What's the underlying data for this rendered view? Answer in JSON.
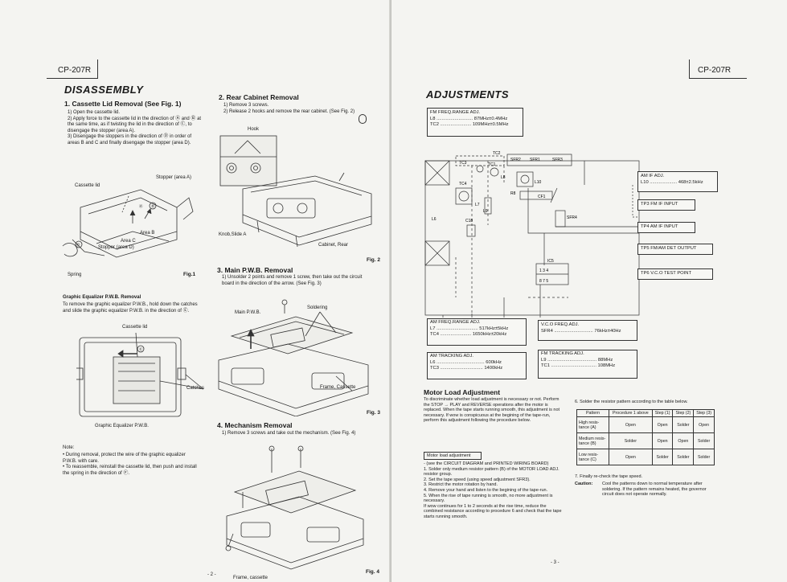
{
  "left_page": {
    "model": "CP-207R",
    "title": "DISASSEMBLY",
    "page_number": "- 2 -",
    "sections": {
      "cassette_lid": {
        "heading": "1. Cassette Lid Removal (See Fig. 1)",
        "steps": [
          "1) Open the cassette lid.",
          "2) Apply force to the cassette lid in the direction of Ⓐ and Ⓑ at the same time, as if twisting the lid in the direction of Ⓒ, to disengage the stopper (area A).",
          "3) Disengage the stoppers in the direction of Ⓓ in order of areas B and C and finally disengage the stopper (area D)."
        ],
        "figure_labels": {
          "cassette_lid": "Cassette lid",
          "stopper_a": "Stopper (area A)",
          "area_b": "Area B",
          "area_c": "Area C",
          "stopper_d": "Stopper (area D)",
          "spring": "Spring",
          "fig": "Fig.1"
        }
      },
      "graphic_eq": {
        "heading": "Graphic Equalizer P.W.B. Removal",
        "text": "To remove the graphic equalizer P.W.B., hold down the catches and slide the graphic equalizer P.W.B. in the direction of Ⓔ.",
        "figure_labels": {
          "cassette_lid": "Cassette lid",
          "catches": "Catches",
          "caption": "Graphic Equalizer P.W.B."
        }
      },
      "note": {
        "heading": "Note:",
        "items": [
          "• During removal, protect the wire of the graphic equalizer P.W.B. with care.",
          "• To reassemble, reinstall the cassette lid, then push and install the spring in the direction of Ⓕ."
        ]
      },
      "rear_cabinet": {
        "heading": "2. Rear Cabinet Removal",
        "steps": [
          "1) Remove 3 screws.",
          "2) Release 2 hooks and remove the rear cabinet. (See Fig. 2)"
        ],
        "figure_labels": {
          "hook": "Hook",
          "knob": "Knob,Slide A",
          "cabinet_rear": "Cabinet, Rear",
          "fig": "Fig. 2"
        }
      },
      "main_pwb": {
        "heading": "3. Main P.W.B. Removal",
        "steps": [
          "1) Unsolder 2 points and remove 1 screw, then take out the circuit board in the direction of the arrow. (See Fig. 3)"
        ],
        "figure_labels": {
          "main_pwb": "Main P.W.B.",
          "soldering": "Soldering",
          "frame_cassette": "Frame, Cassette",
          "fig": "Fig. 3"
        }
      },
      "mechanism": {
        "heading": "4. Mechanism Removal",
        "steps": [
          "1) Remove 3 screws and take out the mechanism. (See Fig. 4)"
        ],
        "figure_labels": {
          "frame_cassette": "Frame, cassette",
          "fig": "Fig. 4"
        }
      }
    }
  },
  "right_page": {
    "model": "CP-207R",
    "title": "ADJUSTMENTS",
    "page_number": "- 3 -",
    "fm_freq": {
      "heading": "FM FREQ.RANGE ADJ.",
      "rows": [
        {
          "label": "L8",
          "value": "87MHz±0.4MHz"
        },
        {
          "label": "TC2",
          "value": "109MHz±0.5MHz"
        }
      ]
    },
    "am_if": {
      "heading": "AM IF ADJ.",
      "rows": [
        {
          "label": "L10",
          "value": "468±2.5kHz"
        }
      ]
    },
    "test_points": [
      "TP3 FM IF INPUT",
      "TP4 AM IF INPUT",
      "TP5 FM/AM DET OUTPUT",
      "TP6 V.C.O TEST POINT"
    ],
    "am_freq": {
      "heading": "AM FREQ.RANGE ADJ.",
      "rows": [
        {
          "label": "L7",
          "value": "517kHz±5kHz"
        },
        {
          "label": "TC4",
          "value": "1650kHz±20kHz"
        }
      ]
    },
    "vco_freq": {
      "heading": "V.C.O FREQ.ADJ.",
      "rows": [
        {
          "label": "SFR4",
          "value": "76kHz±40Hz"
        }
      ]
    },
    "am_tracking": {
      "heading": "AM TRACKING ADJ.",
      "rows": [
        {
          "label": "L6",
          "value": "600kHz"
        },
        {
          "label": "TC3",
          "value": "1400kHz"
        }
      ]
    },
    "fm_tracking": {
      "heading": "FM TRACKING ADJ.",
      "rows": [
        {
          "label": "L9",
          "value": "88MHz"
        },
        {
          "label": "TC1",
          "value": "108MHz"
        }
      ]
    },
    "board_labels": {
      "tc2": "TC2",
      "tc3": "TC3",
      "tc1": "TC1",
      "tc4": "TC4",
      "l8": "L8",
      "l10": "L10",
      "l7": "L7",
      "l9": "L9",
      "l6": "L6",
      "cf1": "CF1",
      "sfr4": "SFR4",
      "sfr1": "SFR1",
      "sfr2": "SFR2",
      "sfr3": "SFR3",
      "ic5": "IC5",
      "c18": "C18",
      "r8": "R8",
      "pins_top": "1 3 4",
      "pins_bottom": "8 7 5"
    },
    "motor_load": {
      "heading": "Motor Load Adjustment",
      "intro": "To discriminate whether load adjustment is necessary or not. Perform the STOP → PLAY and REVERSE operations after the motor is replaced. When the tape starts running smooth, this adjustment is not necessary. If wow is conspicuous at the begining of the tape-run, perform this adjustment following the procedure below.",
      "box_title": "Motor load adjustment",
      "steps": [
        "- (see the CIRCUIT DIAGRAM and PRINTED WIRING BOARD)",
        "1. Solder only medium resistor pattern (B) of the MOTOR LOAD ADJ. resistor group.",
        "2. Set the tape speed (using speed adjustment SFR3).",
        "3. Restrict the motor rotation by hand.",
        "4. Remove your hand and listen to the begining of the tape-run.",
        "5. When the rise of tape running is smooth, no more adjustment is necessary.",
        "   If wow continues for 1 to 2 seconds at the rise time, reduce the combined resistance according to procedure 6 and check that the tape starts running smooth."
      ],
      "step6": "6. Solder the resistor pattern according to the table below.",
      "table": {
        "headers": [
          "Pattern",
          "Procedure 1 above",
          "Step (1)",
          "Step (2)",
          "Step (3)"
        ],
        "rows": [
          [
            "High resis-tance (A)",
            "Open",
            "Open",
            "Solder",
            "Open"
          ],
          [
            "Medium resis-tance (B)",
            "Solder",
            "Open",
            "Open",
            "Solder"
          ],
          [
            "Low resis-tance (C)",
            "Open",
            "Solder",
            "Solder",
            "Solder"
          ]
        ]
      },
      "step7": "7. Finally re-check the tape speed.",
      "caution_label": "Caution:",
      "caution": "Cool the patterns down to normal temperature after soldering. If the pattern remains heated, the governor circuit does not operate normally."
    }
  }
}
